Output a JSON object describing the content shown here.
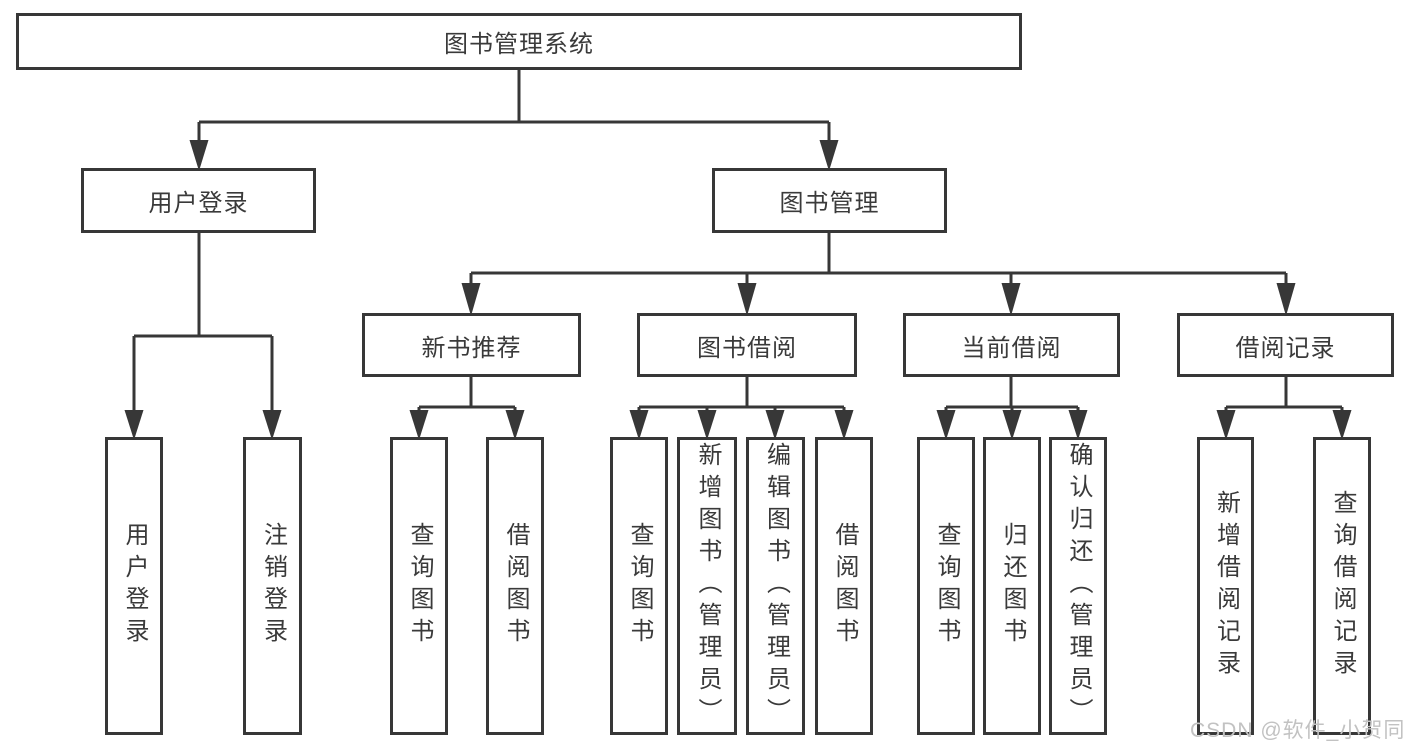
{
  "diagram": {
    "root": {
      "label": "图书管理系统",
      "children": [
        {
          "label": "用户登录",
          "children": [
            {
              "label": "用户登录"
            },
            {
              "label": "注销登录"
            }
          ]
        },
        {
          "label": "图书管理",
          "children": [
            {
              "label": "新书推荐",
              "children": [
                {
                  "label": "查询图书"
                },
                {
                  "label": "借阅图书"
                }
              ]
            },
            {
              "label": "图书借阅",
              "children": [
                {
                  "label": "查询图书"
                },
                {
                  "label": "新增图书（管理员）"
                },
                {
                  "label": "编辑图书（管理员）"
                },
                {
                  "label": "借阅图书"
                }
              ]
            },
            {
              "label": "当前借阅",
              "children": [
                {
                  "label": "查询图书"
                },
                {
                  "label": "归还图书"
                },
                {
                  "label": "确认归还（管理员）"
                }
              ]
            },
            {
              "label": "借阅记录",
              "children": [
                {
                  "label": "新增借阅记录"
                },
                {
                  "label": "查询借阅记录"
                }
              ]
            }
          ]
        }
      ]
    }
  },
  "watermark": {
    "text": "CSDN @软件_小贺同学"
  },
  "colors": {
    "line": "#373737",
    "text": "#3a3a3a",
    "background": "#ffffff",
    "watermark": "#c2c2c2"
  }
}
